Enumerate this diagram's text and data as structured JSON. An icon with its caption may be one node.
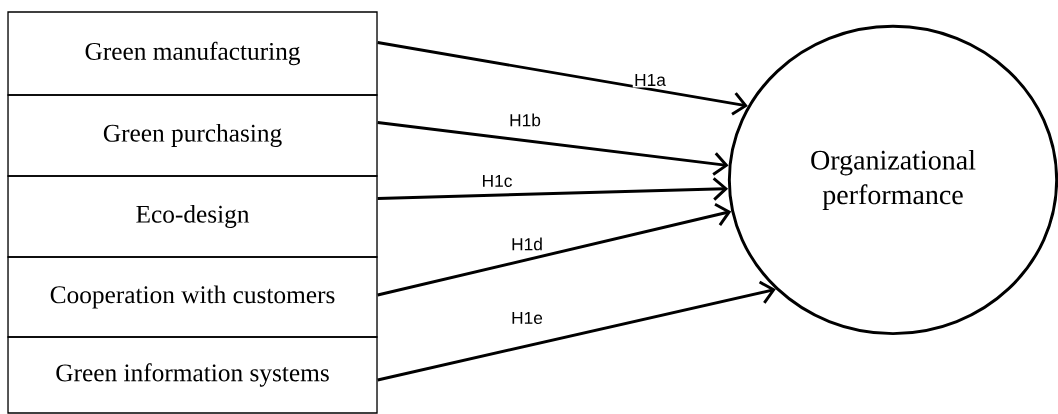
{
  "diagram": {
    "nodes": [
      {
        "text": [
          "Green manufacturing"
        ]
      },
      {
        "text": [
          "Green purchasing"
        ]
      },
      {
        "text": [
          "Eco-design"
        ]
      },
      {
        "text": [
          "Cooperation with customers"
        ]
      },
      {
        "text": [
          "Green information systems"
        ]
      },
      {
        "text": [
          "Organizational performance"
        ]
      }
    ],
    "edges": [
      {
        "from": 0,
        "to": 5,
        "arrow": "to",
        "label": "H1a"
      },
      {
        "from": 1,
        "to": 5,
        "arrow": "to",
        "label": "H1b"
      },
      {
        "from": 2,
        "to": 5,
        "arrow": "to",
        "label": "H1c"
      },
      {
        "from": 3,
        "to": 5,
        "arrow": "to",
        "label": "H1d"
      },
      {
        "from": 4,
        "to": 5,
        "arrow": "to",
        "label": "H1e"
      }
    ]
  }
}
